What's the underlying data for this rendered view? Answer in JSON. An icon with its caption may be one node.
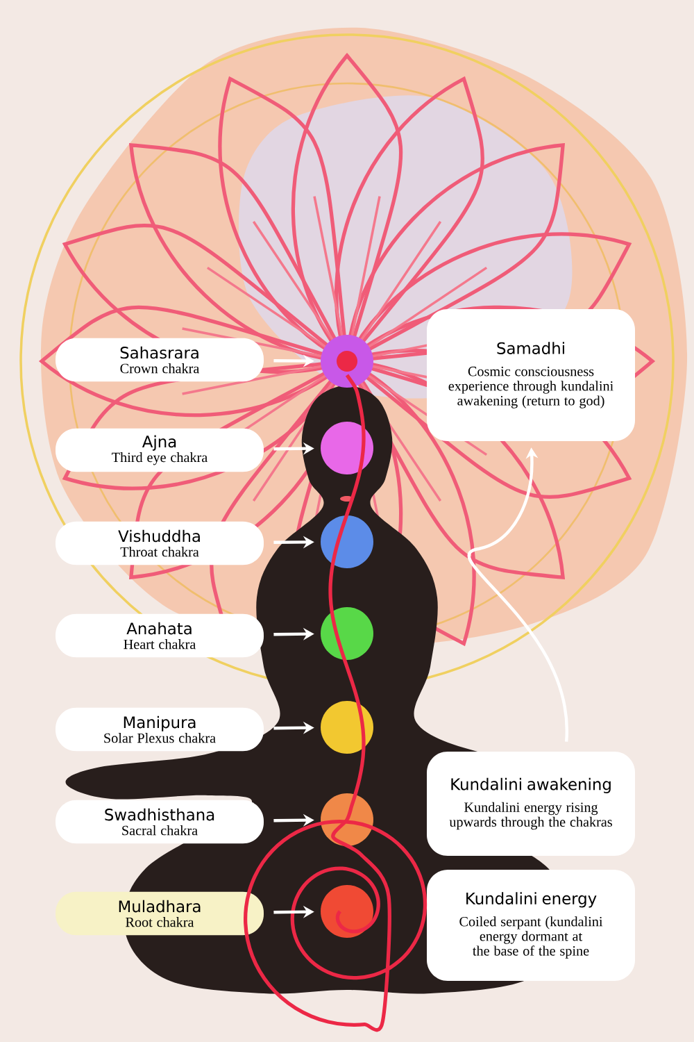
{
  "diagram": {
    "nodes": [
      {
        "text": [
          "Sahasrara",
          "Crown chakra"
        ]
      },
      {
        "text": [
          "Ajna",
          "Third eye chakra"
        ]
      },
      {
        "text": [
          "Vishuddha",
          "Throat chakra"
        ]
      },
      {
        "text": [
          "Anahata",
          "Heart chakra"
        ]
      },
      {
        "text": [
          "Manipura",
          "Solar Plexus chakra"
        ]
      },
      {
        "text": [
          "Swadhisthana",
          "Sacral chakra"
        ]
      },
      {
        "text": [
          "Muladhara",
          "Root chakra"
        ]
      },
      {
        "text": [],
        "shape": "circle"
      },
      {
        "text": [],
        "shape": "circle"
      },
      {
        "text": [],
        "shape": "circle"
      },
      {
        "text": [],
        "shape": "circle"
      },
      {
        "text": [],
        "shape": "circle"
      },
      {
        "text": [],
        "shape": "circle"
      },
      {
        "text": [],
        "shape": "circle"
      },
      {
        "text": [
          "Samadhi",
          "Cosmic consciousness experience through kundalini awakening (return to god)"
        ]
      },
      {
        "text": [
          "Kundalini awakening",
          "Kundalini energy rising upwards through the chakras"
        ]
      },
      {
        "text": [
          "Kundalini energy",
          "Coiled serpant (kundalini energy dormant at the base of the spine"
        ]
      }
    ],
    "edges": [
      {
        "from": 0,
        "to": 7,
        "arrow": "to"
      },
      {
        "from": 1,
        "to": 8,
        "arrow": "to"
      },
      {
        "from": 2,
        "to": 9,
        "arrow": "to"
      },
      {
        "from": 3,
        "to": 10,
        "arrow": "to"
      },
      {
        "from": 4,
        "to": 11,
        "arrow": "to"
      },
      {
        "from": 5,
        "to": 12,
        "arrow": "to"
      },
      {
        "from": 6,
        "to": 13,
        "arrow": "to"
      },
      {
        "from": 15,
        "to": 14,
        "arrow": "to"
      }
    ]
  }
}
